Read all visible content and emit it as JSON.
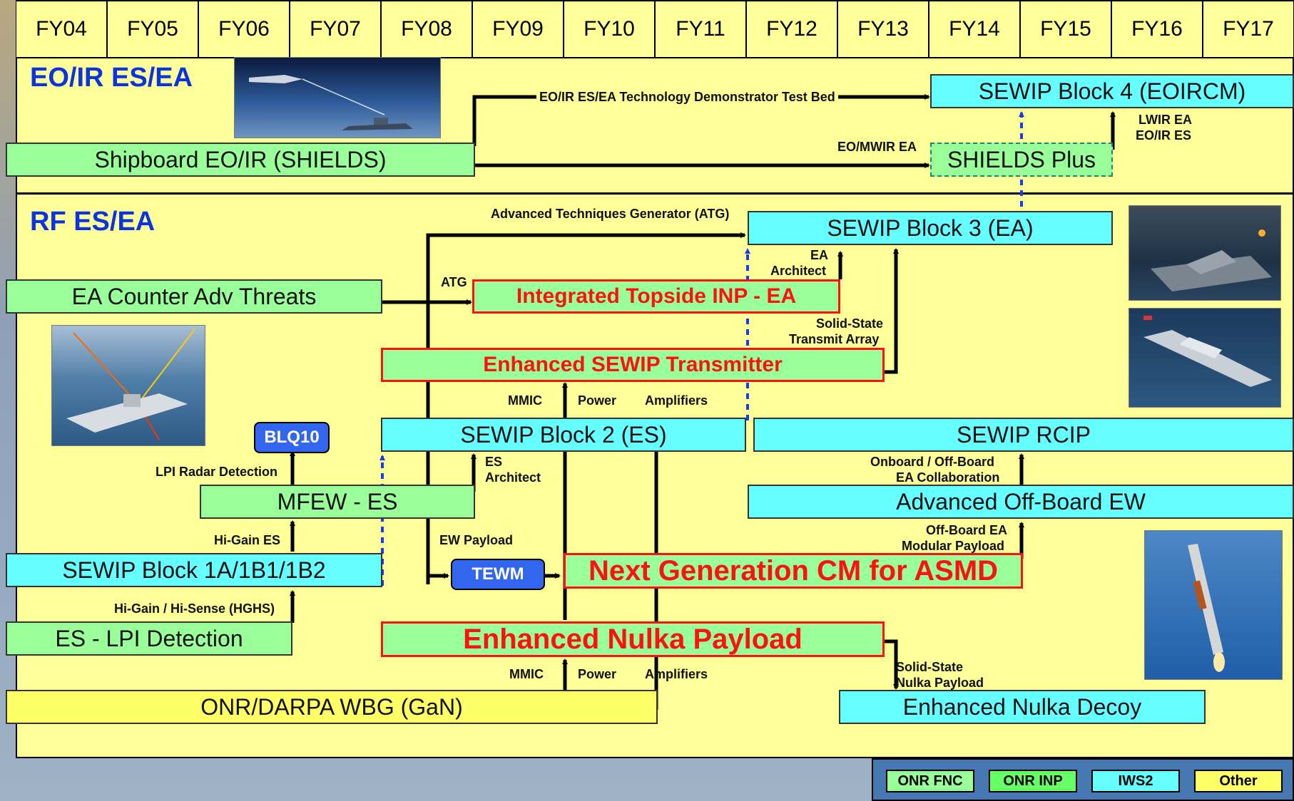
{
  "years": [
    "FY04",
    "FY05",
    "FY06",
    "FY07",
    "FY08",
    "FY09",
    "FY10",
    "FY11",
    "FY12",
    "FY13",
    "FY14",
    "FY15",
    "FY16",
    "FY17"
  ],
  "sections": {
    "eoir": "EO/IR ES/EA",
    "rf": "RF ES/EA"
  },
  "boxes": {
    "shields": "Shipboard EO/IR (SHIELDS)",
    "sewip4": "SEWIP Block 4 (EOIRCM)",
    "shields_plus": "SHIELDS Plus",
    "sewip3": "SEWIP Block 3 (EA)",
    "ea_counter": "EA Counter Adv Threats",
    "integrated_topside": "Integrated Topside INP - EA",
    "enh_transmitter": "Enhanced SEWIP Transmitter",
    "blq10": "BLQ10",
    "sewip2": "SEWIP Block 2 (ES)",
    "sewip_rcip": "SEWIP RCIP",
    "mfew": "MFEW - ES",
    "adv_offboard": "Advanced Off-Board EW",
    "sewip1": "SEWIP Block 1A/1B1/1B2",
    "tewm": "TEWM",
    "next_gen": "Next Generation CM for ASMD",
    "es_lpi": "ES - LPI Detection",
    "enh_nulka_payload": "Enhanced Nulka Payload",
    "onr_darpa": "ONR/DARPA WBG (GaN)",
    "enh_nulka_decoy": "Enhanced Nulka Decoy"
  },
  "labels": {
    "testbed": "EO/IR ES/EA Technology Demonstrator Test Bed",
    "lwir_ea": "LWIR EA",
    "eoir_es": "EO/IR ES",
    "eo_mwir_ea": "EO/MWIR EA",
    "atg_full": "Advanced Techniques Generator (ATG)",
    "ea": "EA",
    "architect1": "Architect",
    "atg": "ATG",
    "solid_state": "Solid-State",
    "transmit_array": "Transmit Array",
    "mmic1": "MMIC",
    "power1": "Power",
    "amplifiers1": "Amplifiers",
    "lpi_radar": "LPI Radar Detection",
    "es": "ES",
    "architect2": "Architect",
    "onboard": "Onboard / Off-Board",
    "ea_collab": "EA Collaboration",
    "hi_gain_es": "Hi-Gain ES",
    "ew_payload": "EW Payload",
    "offboard_ea": "Off-Board EA",
    "modular_payload": "Modular Payload",
    "hghs": "Hi-Gain / Hi-Sense (HGHS)",
    "mmic2": "MMIC",
    "power2": "Power",
    "amplifiers2": "Amplifiers",
    "solid_state2": "Solid-State",
    "nulka_payload": "Nulka Payload"
  },
  "legend": [
    "ONR FNC",
    "ONR INP",
    "IWS2",
    "Other"
  ],
  "colors": {
    "background": "#ffff99",
    "green": "#99ff99",
    "cyan": "#66ffff",
    "yellow": "#ffff66",
    "red": "#ff1111",
    "section_blue": "#0b34e0",
    "pill_blue": "#3366ee"
  }
}
